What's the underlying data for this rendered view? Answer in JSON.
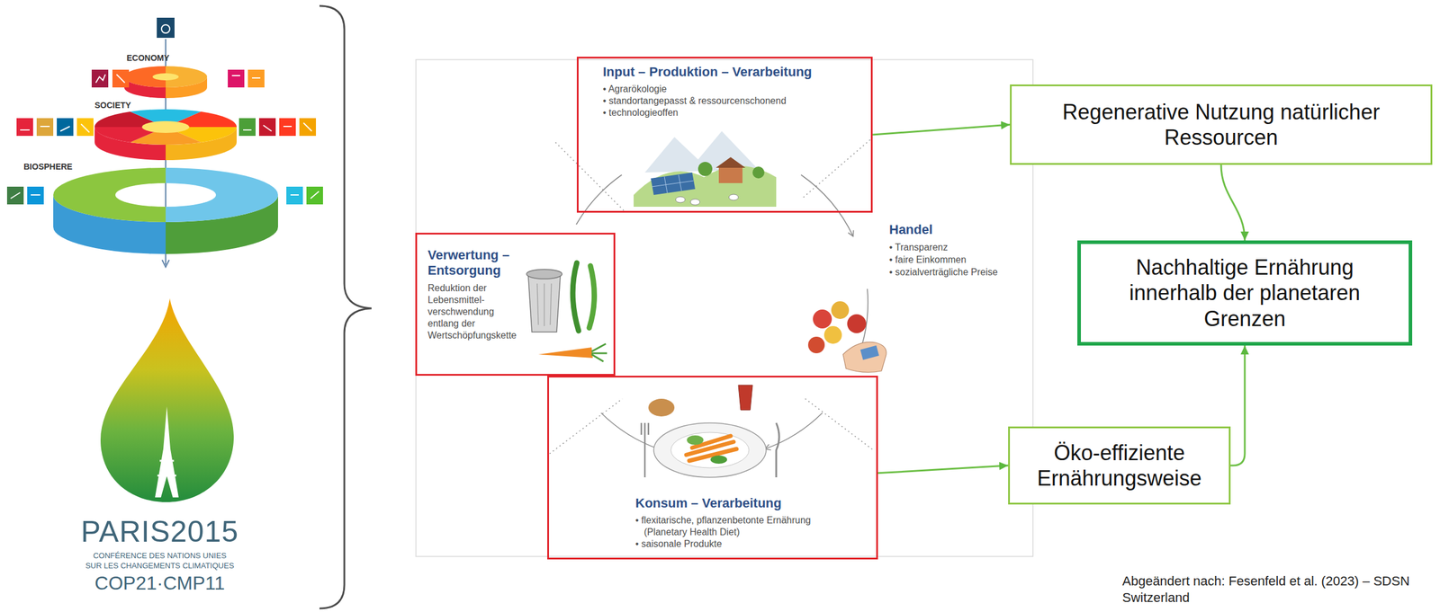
{
  "diagram": {
    "caption": "Abgeändert nach: Fesenfeld et al. (2023) – SDSN Switzerland",
    "nodes": [
      {
        "text": [
          "Input – Produktion – Verarbeitung",
          "• Agrarökologie",
          "• standortangepasst & ressourcenschonend",
          "• technologieoffen"
        ]
      },
      {
        "text": [
          "Regenerative Nutzung natürlicher Ressourcen"
        ]
      },
      {
        "text": [
          "Nachhaltige Ernährung innerhalb der planetaren Grenzen"
        ]
      },
      {
        "text": [
          "Verwertung – Entsorgung",
          "Reduktion der Lebensmittel- verschwendung entlang der Wertschöpfungskette"
        ]
      },
      {
        "text": [
          "Konsum – Verarbeitung",
          "• flexitarische, pflanzenbetonte Ernährung (Planetary Health Diet)",
          "• saisonale Produkte"
        ]
      },
      {
        "text": [
          "Öko-effiziente Ernährungsweise"
        ]
      }
    ],
    "edges": [
      {
        "from": 0,
        "to": 1,
        "arrow": "to"
      },
      {
        "from": 1,
        "to": 2,
        "arrow": "to"
      },
      {
        "from": 4,
        "to": 5,
        "arrow": "to"
      },
      {
        "from": 5,
        "to": 2,
        "arrow": "to"
      }
    ],
    "labels": [
      "ECONOMY",
      "SOCIETY",
      "BIOSPHERE",
      "PARIS2015",
      "CONFÉRENCE DES NATIONS UNIES",
      "SUR LES CHANGEMENTS CLIMATIQUES",
      "COP21·CMP11",
      "Handel",
      "• Transparenz",
      "• faire Einkommen",
      "• sozialverträgliche Preise"
    ]
  }
}
